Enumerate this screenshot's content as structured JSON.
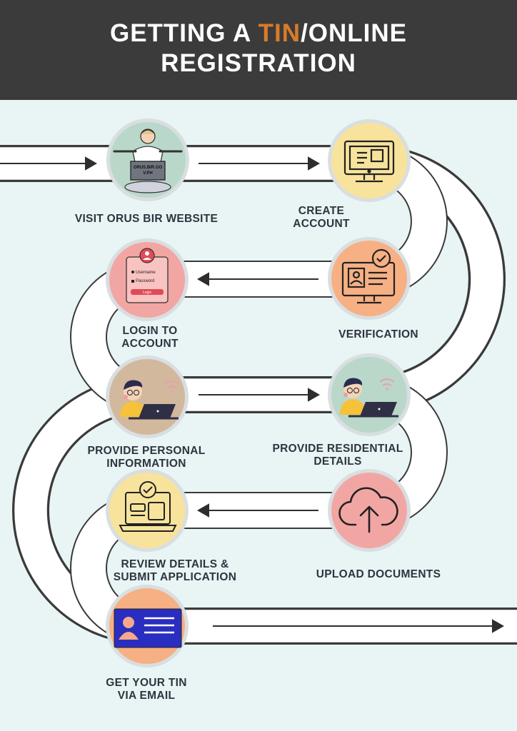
{
  "header": {
    "title_line1_before": "GETTING A ",
    "title_line1_highlight": "TIN",
    "title_line1_after": "/ONLINE",
    "title_line2": "REGISTRATION"
  },
  "colors": {
    "header_bg": "#3b3b3b",
    "highlight": "#d87b29",
    "page_bg": "#e9f4f4",
    "road": "#ffffff",
    "road_border": "#3a3a3a"
  },
  "steps": [
    {
      "id": "visit",
      "lines": [
        "VISIT ORUS BIR WEBSITE"
      ],
      "icon": "person-laptop-icon",
      "circle_color": "#b9d8c9",
      "screen_lines": [
        "ORUS.BIR.GO",
        "V.PH"
      ]
    },
    {
      "id": "create",
      "lines": [
        "CREATE",
        "ACCOUNT"
      ],
      "icon": "computer-monitor-icon",
      "circle_color": "#f7e39b"
    },
    {
      "id": "verify",
      "lines": [
        "VERIFICATION"
      ],
      "icon": "verification-monitor-icon",
      "circle_color": "#f6b083"
    },
    {
      "id": "login",
      "lines": [
        "LOGIN TO",
        "ACCOUNT"
      ],
      "icon": "login-form-icon",
      "circle_color": "#f2a6a4",
      "form": {
        "username": "Username",
        "password": "Password",
        "button": "Login"
      }
    },
    {
      "id": "personal",
      "lines": [
        "PROVIDE PERSONAL",
        "INFORMATION"
      ],
      "icon": "boy-laptop-icon",
      "circle_color": "#d2b89c"
    },
    {
      "id": "residential",
      "lines": [
        "PROVIDE RESIDENTIAL",
        "DETAILS"
      ],
      "icon": "boy-laptop-icon",
      "circle_color": "#b9d8c9"
    },
    {
      "id": "upload",
      "lines": [
        "UPLOAD DOCUMENTS"
      ],
      "icon": "cloud-upload-icon",
      "circle_color": "#f2a6a4"
    },
    {
      "id": "review",
      "lines": [
        "REVIEW DETAILS &",
        "SUBMIT APPLICATION"
      ],
      "icon": "laptop-check-icon",
      "circle_color": "#f7e39b"
    },
    {
      "id": "get",
      "lines": [
        "GET YOUR TIN",
        "VIA EMAIL"
      ],
      "icon": "id-card-icon",
      "circle_color": "#f6b083"
    }
  ]
}
